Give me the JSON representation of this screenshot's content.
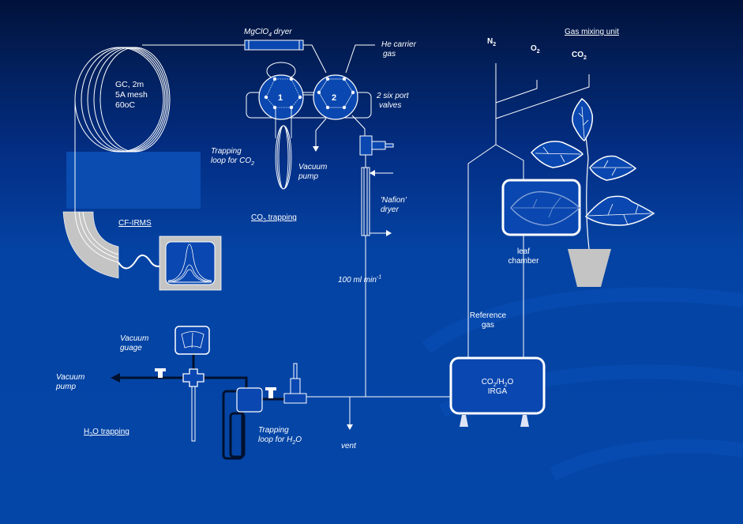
{
  "title": "CF-IRMS gas exchange and trapping apparatus",
  "colors": {
    "background_top": "#01123a",
    "background_bottom": "#0446a8",
    "line": "#ffffff",
    "dark_tubing": "#00112e",
    "grey_component": "#c4c4c4",
    "component_fill": "#0a47b0"
  },
  "labels": {
    "gc": [
      "GC, 2m",
      "5A mesh",
      "60oC"
    ],
    "mgclo4_dryer": {
      "pre": "MgClO",
      "sub": "4",
      "post": " dryer"
    },
    "he_carrier": [
      "He carrier",
      "gas"
    ],
    "valve_1": "1",
    "valve_2": "2",
    "six_port_valves": [
      "2 six port",
      "valves"
    ],
    "trapping_loop_co2": {
      "line1": "Trapping",
      "line2_pre": "loop for CO",
      "line2_sub": "2"
    },
    "vacuum_pump_top": [
      "Vacuum",
      "pump"
    ],
    "nafion_dryer": [
      "'Nafion'",
      "dryer"
    ],
    "co2_trapping": {
      "pre": "CO",
      "sub": "2",
      "post": " trapping"
    },
    "cf_irms": "CF-IRMS",
    "flow_rate": {
      "pre": "100 ml min",
      "sup": "-1"
    },
    "gas_mixing_unit": "Gas mixing unit",
    "n2": {
      "pre": "N",
      "sub": "2"
    },
    "o2": {
      "pre": "O",
      "sub": "2"
    },
    "co2_gas": {
      "pre": "CO",
      "sub": "2"
    },
    "leaf_chamber": [
      "leaf",
      "chamber"
    ],
    "reference_gas": [
      "Reference",
      "gas"
    ],
    "irga": {
      "l1_a": "CO",
      "l1_sub1": "2",
      "l1_b": "/H",
      "l1_sub2": "2",
      "l1_c": "O",
      "l2": "IRGA"
    },
    "vacuum_guage": [
      "Vacuum",
      "guage"
    ],
    "vacuum_pump_bottom": [
      "Vacuum",
      "pump"
    ],
    "h2o_trapping": {
      "pre": "H",
      "sub": "2",
      "post": "O trapping"
    },
    "trapping_loop_h2o": {
      "line1": "Trapping",
      "line2_pre": "loop for H",
      "line2_sub": "2",
      "line2_post": "O"
    },
    "vent": "vent"
  }
}
